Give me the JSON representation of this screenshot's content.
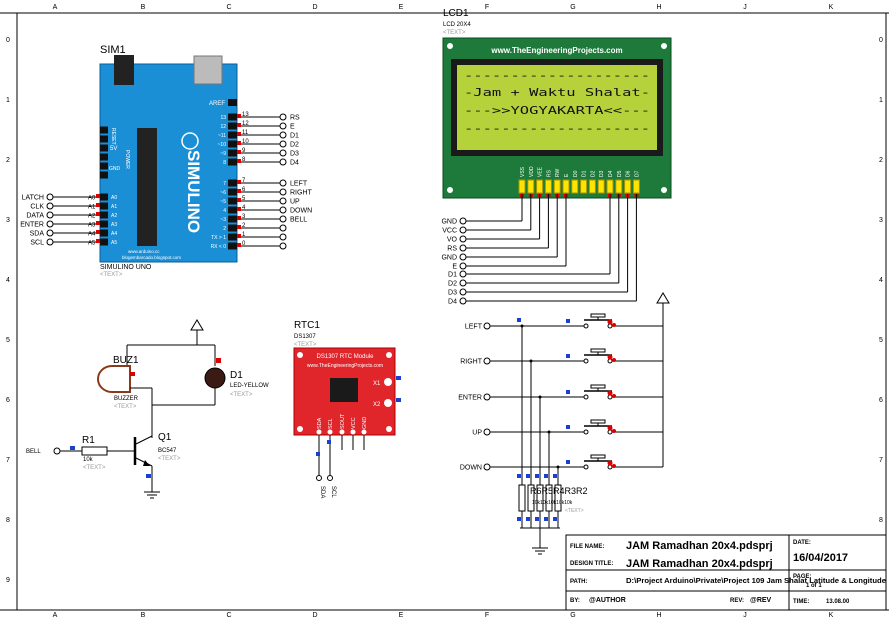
{
  "frame": {
    "cols": [
      "A",
      "B",
      "C",
      "D",
      "E",
      "F",
      "G",
      "H",
      "J",
      "K"
    ],
    "rows": [
      "0",
      "1",
      "2",
      "3",
      "4",
      "5",
      "6",
      "7",
      "8",
      "9"
    ]
  },
  "arduino": {
    "ref": "SIM1",
    "name": "SIMULINO UNO",
    "text": "<TEXT>",
    "brand": "SIMULINO",
    "aref": "AREF",
    "pin_labels": [
      "13",
      "12",
      "~11",
      "~10",
      "~9",
      "8",
      "7",
      "~6",
      "~5",
      "4",
      "~3",
      "2",
      "TX > 1",
      "RX < 0"
    ],
    "pin_nums": [
      "13",
      "12",
      "11",
      "10",
      "9",
      "8",
      "7",
      "6",
      "5",
      "4",
      "3",
      "2",
      "1",
      "0"
    ],
    "right_nets": [
      "RS",
      "E",
      "D1",
      "D2",
      "D3",
      "D4",
      "LEFT",
      "RIGHT",
      "UP",
      "DOWN",
      "BELL"
    ],
    "analog_labels": [
      "A0",
      "A1",
      "A2",
      "A3",
      "A4",
      "A5"
    ],
    "analog_nets": [
      "LATCH",
      "CLK",
      "DATA",
      "ENTER",
      "SDA",
      "SCL"
    ],
    "left_small": [
      "RESET",
      "5V",
      "GND",
      "POWER"
    ],
    "footer1": "www.arduino.cc",
    "footer2": "blogembarcado.blogspot.com"
  },
  "lcd": {
    "ref": "LCD1",
    "model": "LCD 20X4",
    "text": "<TEXT>",
    "website": "www.TheEngineeringProjects.com",
    "lines": [
      "--------------------",
      "-Jam + Waktu Shalat-",
      "--->>YOGYAKARTA<<---",
      "--------------------"
    ],
    "pins": [
      "VSS",
      "VDD",
      "VEE",
      "RS",
      "RW",
      "E",
      "D0",
      "D1",
      "D2",
      "D3",
      "D4",
      "D5",
      "D6",
      "D7"
    ],
    "nets": [
      "GND",
      "VCC",
      "VO",
      "RS",
      "GND",
      "E",
      "D1",
      "D2",
      "D3",
      "D4"
    ]
  },
  "rtc": {
    "ref": "RTC1",
    "model": "DS1307",
    "text": "<TEXT>",
    "title": "DS1307 RTC Module",
    "website": "www.TheEngineeringProjects.com",
    "pins": [
      "SDA",
      "SCL",
      "SOUT",
      "VCC",
      "GND"
    ],
    "x1": "X1",
    "x2": "X2",
    "nets": [
      "SDA",
      "SCL"
    ]
  },
  "buzzer": {
    "ref": "BUZ1",
    "model": "BUZZER",
    "text": "<TEXT>"
  },
  "led": {
    "ref": "D1",
    "model": "LED-YELLOW",
    "text": "<TEXT>"
  },
  "resistor": {
    "ref": "R1",
    "value": "10k",
    "text": "<TEXT>",
    "net": "BELL"
  },
  "transistor": {
    "ref": "Q1",
    "model": "BC547",
    "text": "<TEXT>"
  },
  "buttons": {
    "labels": [
      "LEFT",
      "RIGHT",
      "ENTER",
      "UP",
      "DOWN"
    ],
    "res_label": "R6R5R4R3R2",
    "res_values": "10k10k10k10k10k",
    "res_text": "<TEXT>"
  },
  "title_block": {
    "file_name_label": "FILE NAME:",
    "file_name": "JAM Ramadhan 20x4.pdsprj",
    "design_title_label": "DESIGN TITLE:",
    "design_title": "JAM Ramadhan 20x4.pdsprj",
    "path_label": "PATH:",
    "path": "D:\\Project Arduino\\Private\\Project 109 Jam Shalat Latitude & Longitude",
    "by_label": "BY:",
    "by": "@AUTHOR",
    "rev_label": "REV:",
    "rev": "@REV",
    "date_label": "DATE:",
    "date": "16/04/2017",
    "page_label": "PAGE:",
    "page": "1 of 1",
    "time_label": "TIME:",
    "time": "13.08.00"
  }
}
